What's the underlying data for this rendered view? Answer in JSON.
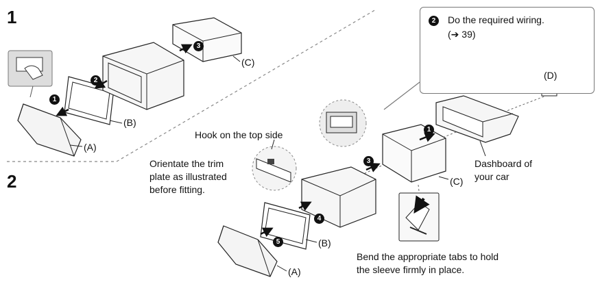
{
  "step_numbers": {
    "removal": "1",
    "installation": "2"
  },
  "removal": {
    "label_a": "(A)",
    "label_b": "(B)",
    "label_c": "(C)",
    "badges": [
      "1",
      "2",
      "3"
    ]
  },
  "wiring_callout": {
    "badge": "2",
    "text": "Do the required wiring.",
    "ref": "(➔ 39)",
    "label_d": "(D)"
  },
  "installation": {
    "hook_note": "Hook on the top side",
    "orientate_note": "Orientate the trim\nplate as illustrated\nbefore fitting.",
    "dashboard_note": "Dashboard of\nyour car",
    "bend_note": "Bend the appropriate tabs to hold\nthe sleeve firmly in place.",
    "label_a": "(A)",
    "label_b": "(B)",
    "label_c": "(C)",
    "badges": [
      "1",
      "3",
      "4",
      "5"
    ]
  },
  "colors": {
    "ink": "#111111",
    "panel_fill": "#f2f2f2",
    "divider": "#888888"
  }
}
